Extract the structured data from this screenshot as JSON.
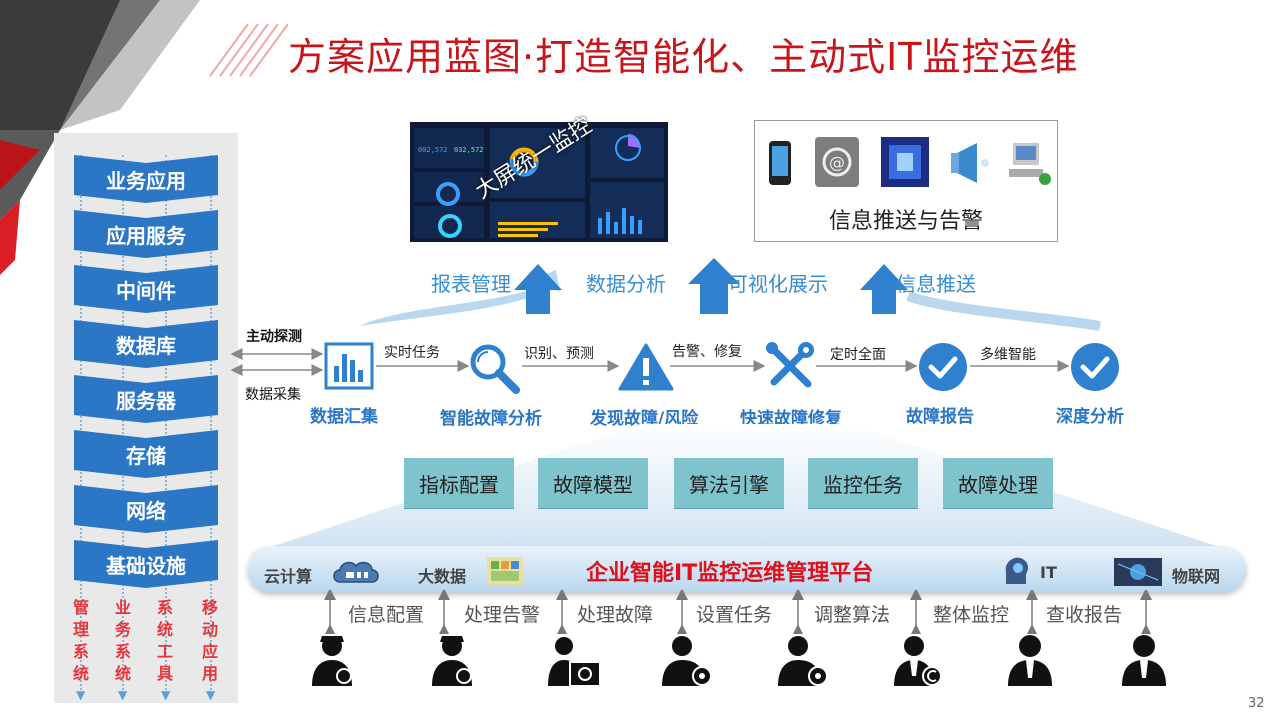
{
  "title": "方案应用蓝图·打造智能化、主动式IT监控运维",
  "page_number": "32",
  "layers": [
    "业务应用",
    "应用服务",
    "中间件",
    "数据库",
    "服务器",
    "存储",
    "网络",
    "基础设施"
  ],
  "systems": [
    "管理系统",
    "业务系统",
    "系统工具",
    "移动应用"
  ],
  "screen": {
    "label": "大屏统一监控"
  },
  "alert": {
    "label": "信息推送与告警"
  },
  "up_captions": [
    "报表管理",
    "数据分析",
    "可视化展示",
    "信息推送"
  ],
  "inputs": {
    "probe": "主动探测",
    "collect": "数据采集"
  },
  "flow": {
    "nodes": [
      {
        "label": "数据汇集",
        "icon": "bar-chart-icon"
      },
      {
        "label": "智能故障分析",
        "icon": "magnifier-icon"
      },
      {
        "label": "发现故障/风险",
        "icon": "warning-icon"
      },
      {
        "label": "快速故障修复",
        "icon": "tools-icon"
      },
      {
        "label": "故障报告",
        "icon": "check-icon"
      },
      {
        "label": "深度分析",
        "icon": "check-icon"
      }
    ],
    "edges": [
      "实时任务",
      "识别、预测",
      "告警、修复",
      "定时全面",
      "多维智能"
    ]
  },
  "modules": [
    "指标配置",
    "故障模型",
    "算法引擎",
    "监控任务",
    "故障处理"
  ],
  "platform": {
    "title": "企业智能IT监控运维管理平台",
    "cloud": "云计算",
    "bigdata": "大数据",
    "it": "IT",
    "iot": "物联网"
  },
  "operations": [
    "信息配置",
    "处理告警",
    "处理故障",
    "设置任务",
    "调整算法",
    "整体监控",
    "查收报告"
  ],
  "colors": {
    "title": "#c8141b",
    "primary": "#2b76c5",
    "module": "#7fc4cc",
    "platform_title": "#e00f1b"
  }
}
